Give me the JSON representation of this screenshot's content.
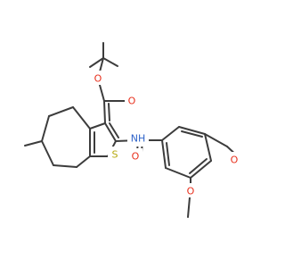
{
  "atoms": [
    {
      "id": "o-ester-ether",
      "label": "O",
      "element": "O"
    },
    {
      "id": "o-ester-carbonyl",
      "label": "O",
      "element": "O"
    },
    {
      "id": "nh-amide",
      "label": "NH",
      "element": "N"
    },
    {
      "id": "o-methoxy-para",
      "label": "O",
      "element": "O"
    },
    {
      "id": "o-methoxy-meta",
      "label": "O",
      "element": "O"
    },
    {
      "id": "s-thiophene",
      "label": "S",
      "element": "S"
    },
    {
      "id": "o-amide-carbonyl",
      "label": "O",
      "element": "O"
    }
  ],
  "colors": {
    "bond": "#3c3c3c",
    "oxygen": "#e8301c",
    "nitrogen": "#2d62c9",
    "sulfur": "#b5a90e",
    "background": "#ffffff"
  }
}
